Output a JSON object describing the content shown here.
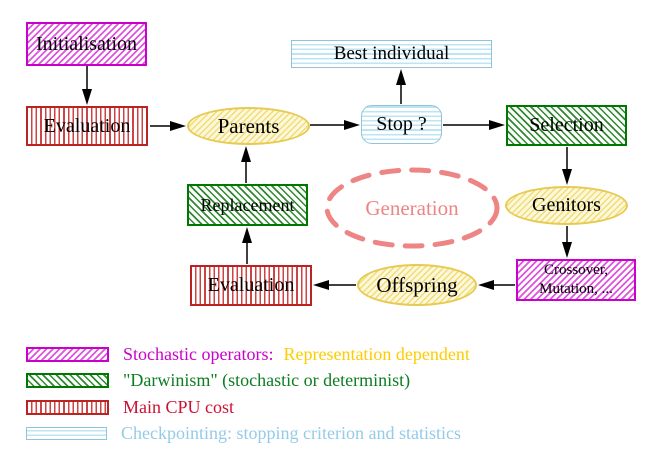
{
  "diagram": {
    "nodes": {
      "initialisation": "Initialisation",
      "evaluation_top": "Evaluation",
      "parents": "Parents",
      "best_individual": "Best individual",
      "stop": "Stop ?",
      "selection": "Selection",
      "replacement": "Replacement",
      "generation": "Generation",
      "genitors": "Genitors",
      "crossover_line1": "Crossover,",
      "crossover_line2": "Mutation, ...",
      "offspring": "Offspring",
      "evaluation_bottom": "Evaluation"
    },
    "edges": [
      {
        "from": "initialisation",
        "to": "evaluation_top"
      },
      {
        "from": "evaluation_top",
        "to": "parents"
      },
      {
        "from": "parents",
        "to": "stop"
      },
      {
        "from": "stop",
        "to": "best_individual"
      },
      {
        "from": "stop",
        "to": "selection"
      },
      {
        "from": "selection",
        "to": "genitors"
      },
      {
        "from": "genitors",
        "to": "crossover_mutation"
      },
      {
        "from": "crossover_mutation",
        "to": "offspring"
      },
      {
        "from": "offspring",
        "to": "evaluation_bottom"
      },
      {
        "from": "evaluation_bottom",
        "to": "replacement"
      },
      {
        "from": "replacement",
        "to": "parents"
      }
    ]
  },
  "legend": {
    "rows": [
      {
        "swatch": "magenta-diagonal-hatch",
        "label": "Stochastic operators:",
        "label2": "Representation dependent"
      },
      {
        "swatch": "green-diagonal-hatch",
        "label": "\"Darwinism\" (stochastic or determinist)"
      },
      {
        "swatch": "red-vertical-stripes",
        "label": "Main CPU cost"
      },
      {
        "swatch": "cyan-horizontal-stripes",
        "label": "Checkpointing: stopping criterion and statistics"
      }
    ]
  },
  "colors": {
    "magenta": "#cc00cc",
    "green": "#007700",
    "green_text": "#0d7d22",
    "red": "#bb2222",
    "crimson_text": "#cc1133",
    "cyan": "#8fc4da",
    "cyan_text": "#94cbe8",
    "yellow_border": "#e6ca52",
    "gold_text": "#ffcc00",
    "salmon": "#ee8585",
    "arrow": "#000000",
    "background": "#ffffff"
  }
}
